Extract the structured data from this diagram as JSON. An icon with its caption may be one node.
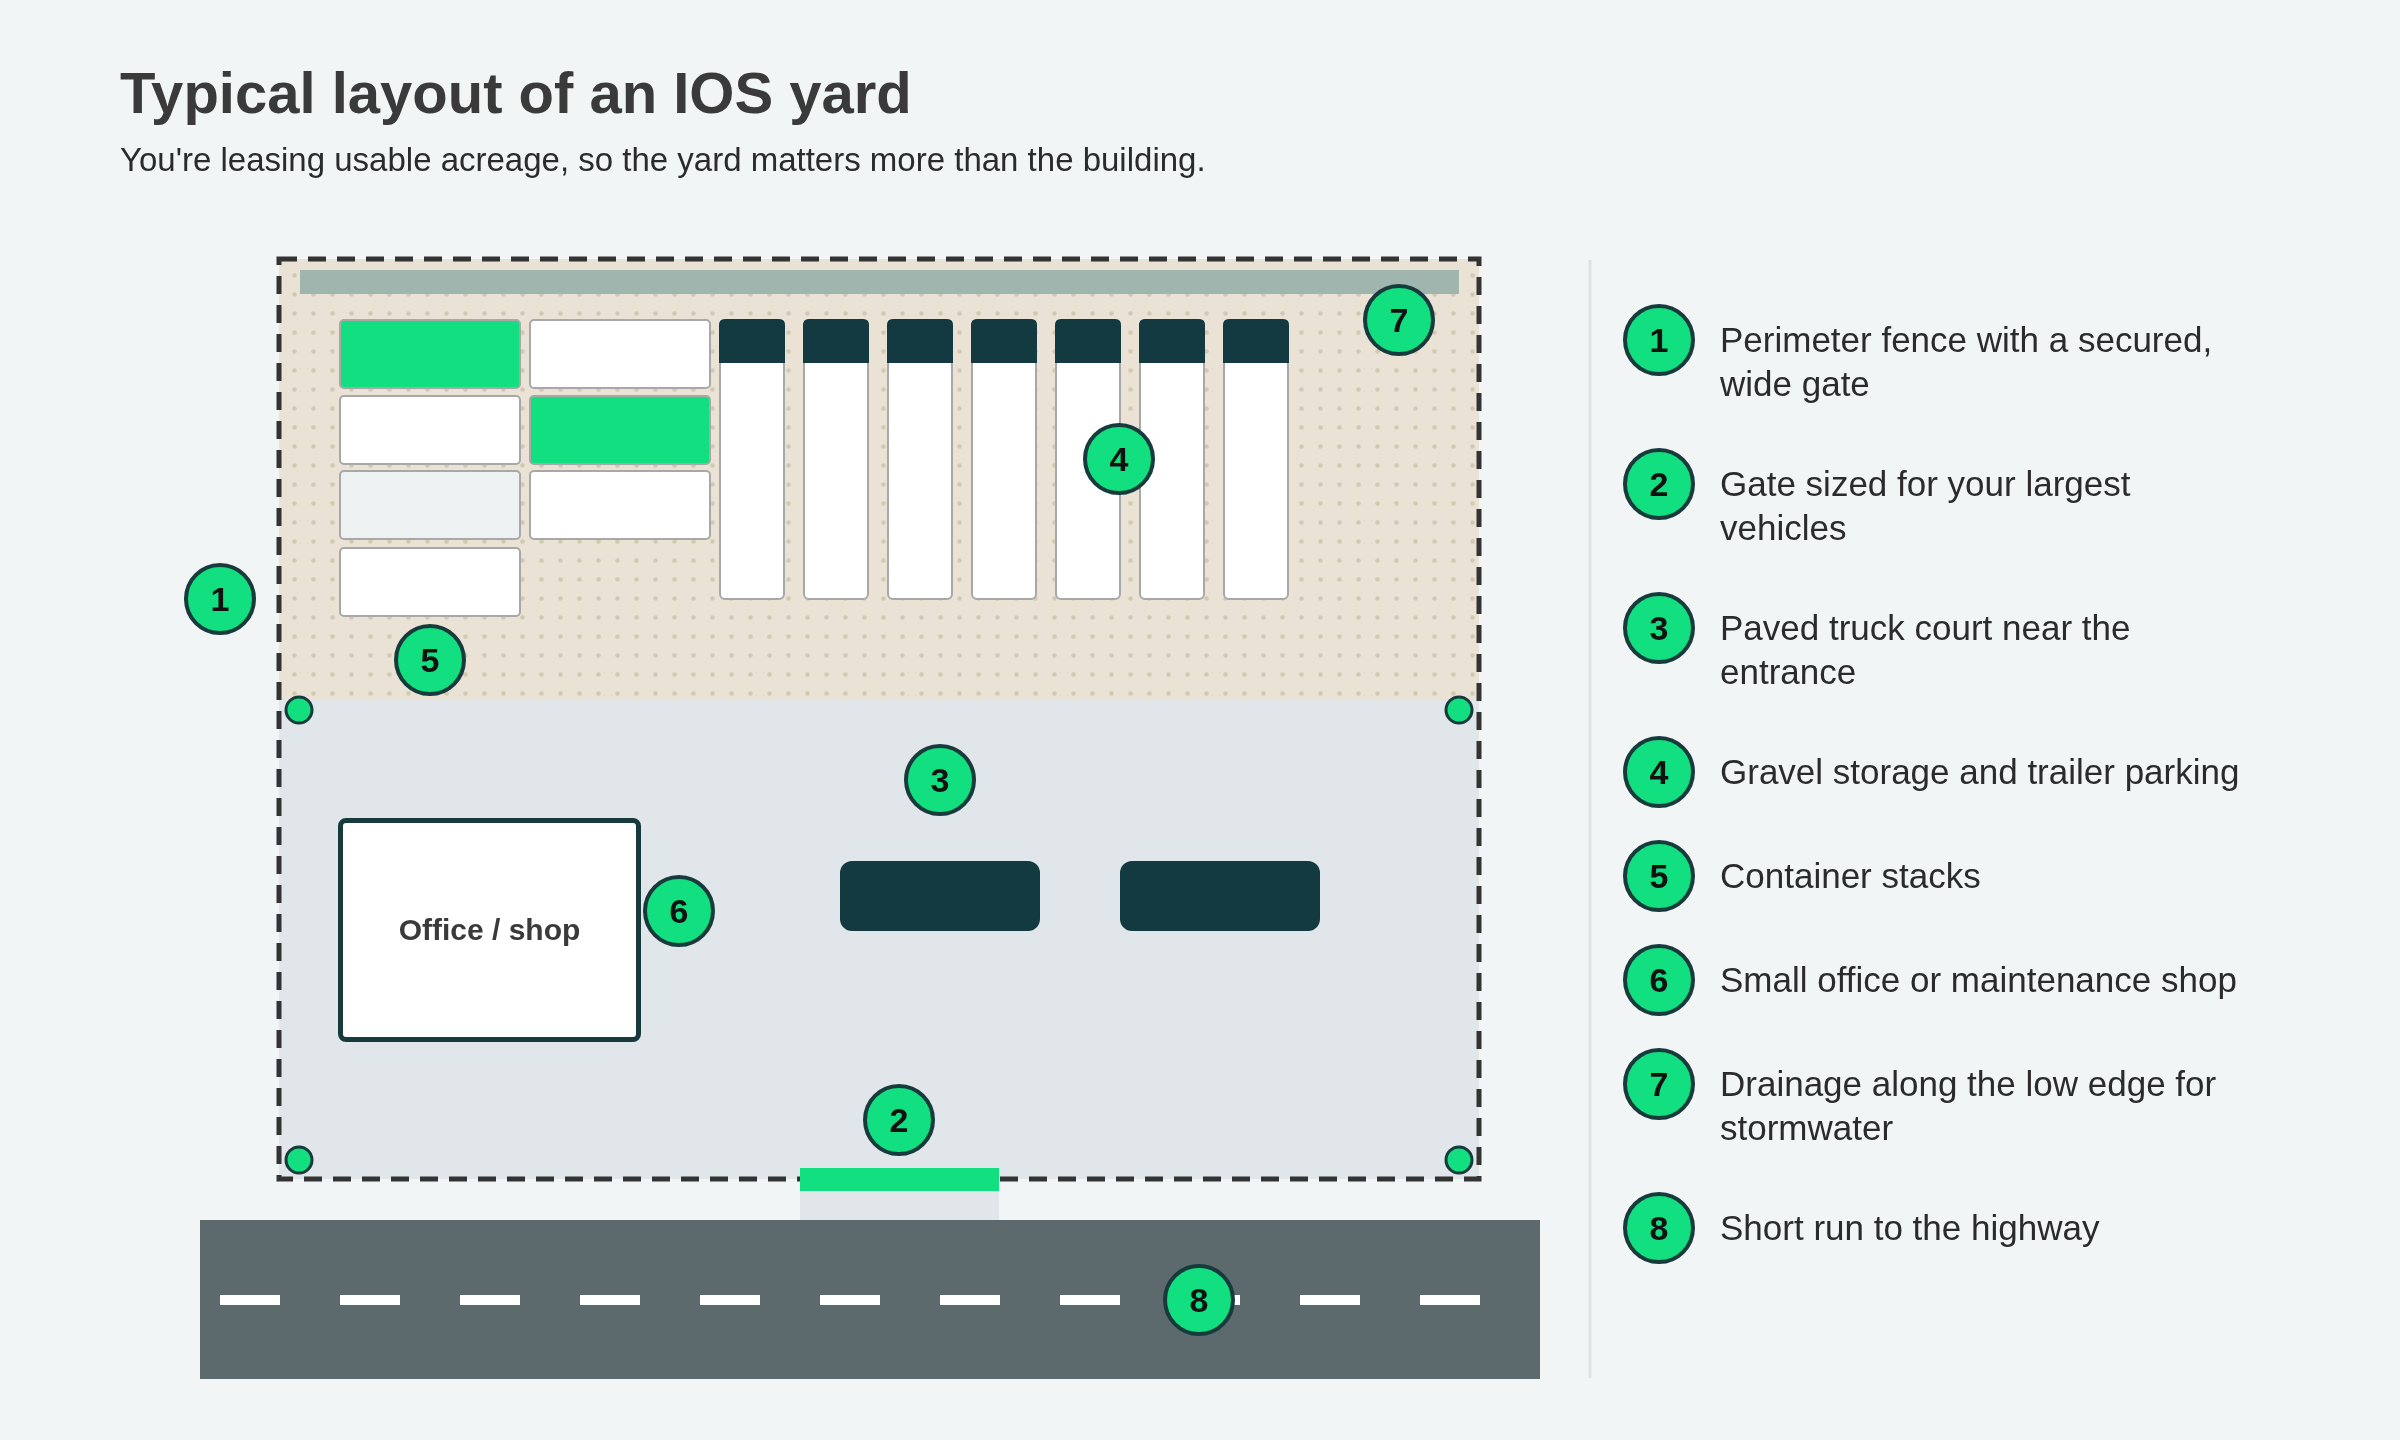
{
  "diagram": {
    "title": "Typical layout of an IOS yard",
    "nodes": [
      {
        "text": [
          "7"
        ]
      },
      {
        "text": [
          "4"
        ]
      },
      {
        "text": [
          "1"
        ]
      },
      {
        "text": [
          "5"
        ]
      },
      {
        "text": [
          "3"
        ]
      },
      {
        "text": [
          "Office / shop"
        ]
      },
      {
        "text": [
          "6"
        ]
      },
      {
        "text": [
          "2"
        ]
      },
      {
        "text": [
          "8"
        ]
      },
      {
        "text": [
          "1"
        ],
        "beside": [
          "Perimeter fence with a secured, wide gate"
        ]
      },
      {
        "text": [
          "2"
        ],
        "beside": [
          "Gate sized for your largest vehicles"
        ]
      },
      {
        "text": [
          "3"
        ],
        "beside": [
          "Paved truck court near the entrance"
        ]
      },
      {
        "text": [
          "4"
        ],
        "beside": [
          "Gravel storage and trailer parking"
        ]
      },
      {
        "text": [
          "5"
        ],
        "beside": [
          "Container stacks"
        ]
      },
      {
        "text": [
          "6"
        ],
        "beside": [
          "Small office or maintenance shop"
        ]
      },
      {
        "text": [
          "7"
        ],
        "beside": [
          "Drainage along the low edge for stormwater"
        ]
      },
      {
        "text": [
          "8"
        ],
        "beside": [
          "Short run to the highway"
        ]
      }
    ],
    "labels": [
      "You're leasing usable acreage, so the yard matters more than the building."
    ]
  }
}
